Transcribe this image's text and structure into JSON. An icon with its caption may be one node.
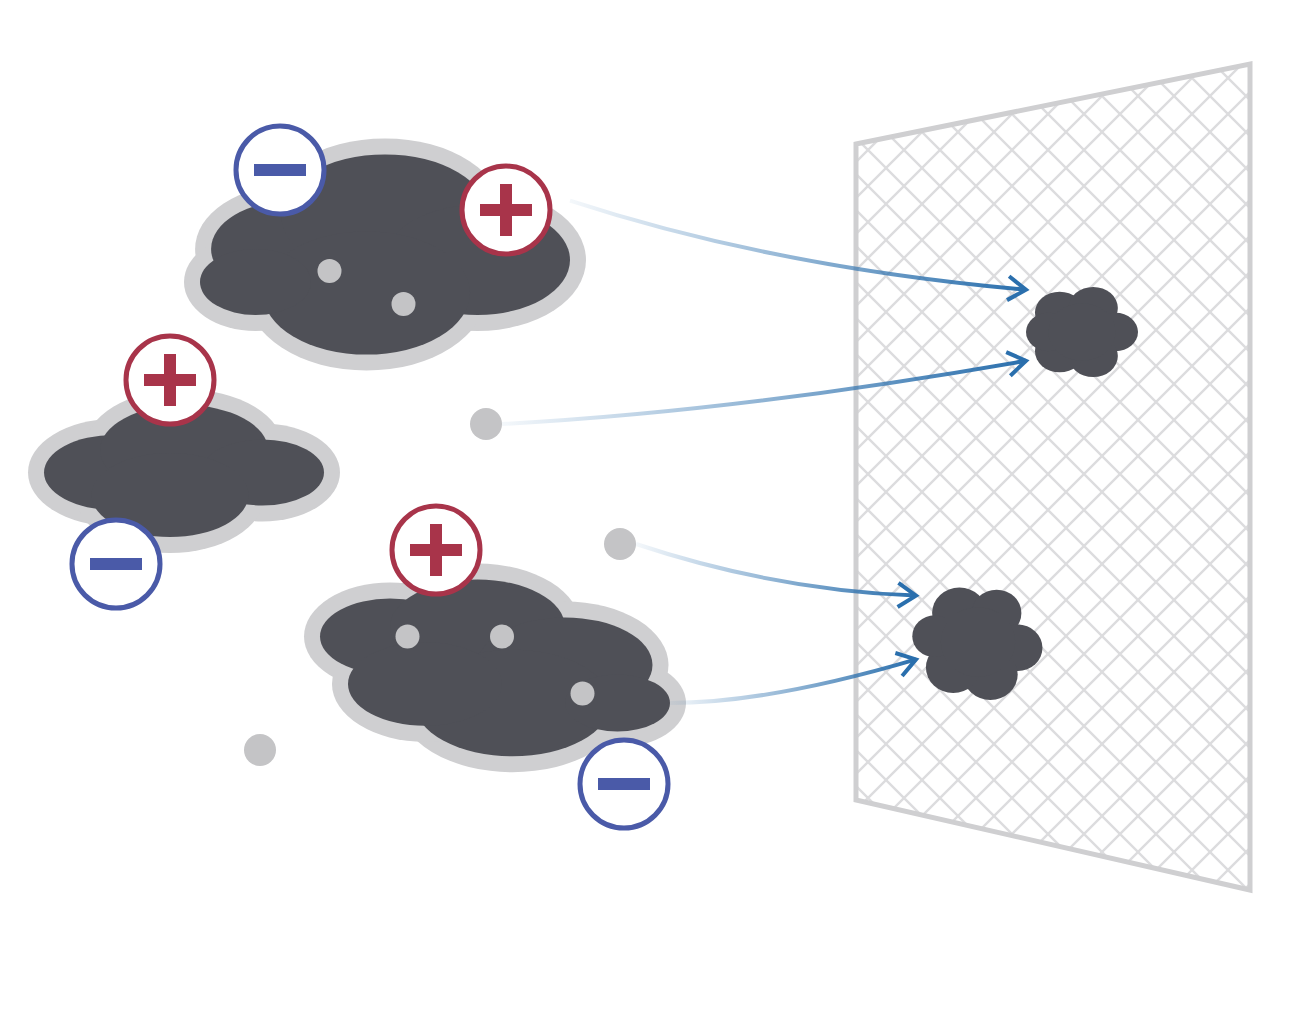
{
  "diagram": {
    "nodes": [
      {
        "text": [],
        "shape": "cloud"
      },
      {
        "text": [],
        "shape": "cloud"
      },
      {
        "text": [],
        "shape": "circle"
      },
      {
        "text": [],
        "shape": "circle"
      },
      {
        "text": [],
        "shape": "cloud"
      },
      {
        "text": [],
        "shape": "circle"
      },
      {
        "text": [],
        "shape": "box"
      },
      {
        "text": [],
        "shape": "cloud",
        "in": 6
      },
      {
        "text": [],
        "shape": "cloud",
        "in": 6
      }
    ],
    "edges": [
      {
        "from": 0,
        "to": 7,
        "arrow": "to"
      },
      {
        "from": 2,
        "to": 7,
        "arrow": "to"
      },
      {
        "from": 3,
        "to": 8,
        "arrow": "to"
      },
      {
        "from": 4,
        "to": 8,
        "arrow": "to"
      }
    ]
  }
}
